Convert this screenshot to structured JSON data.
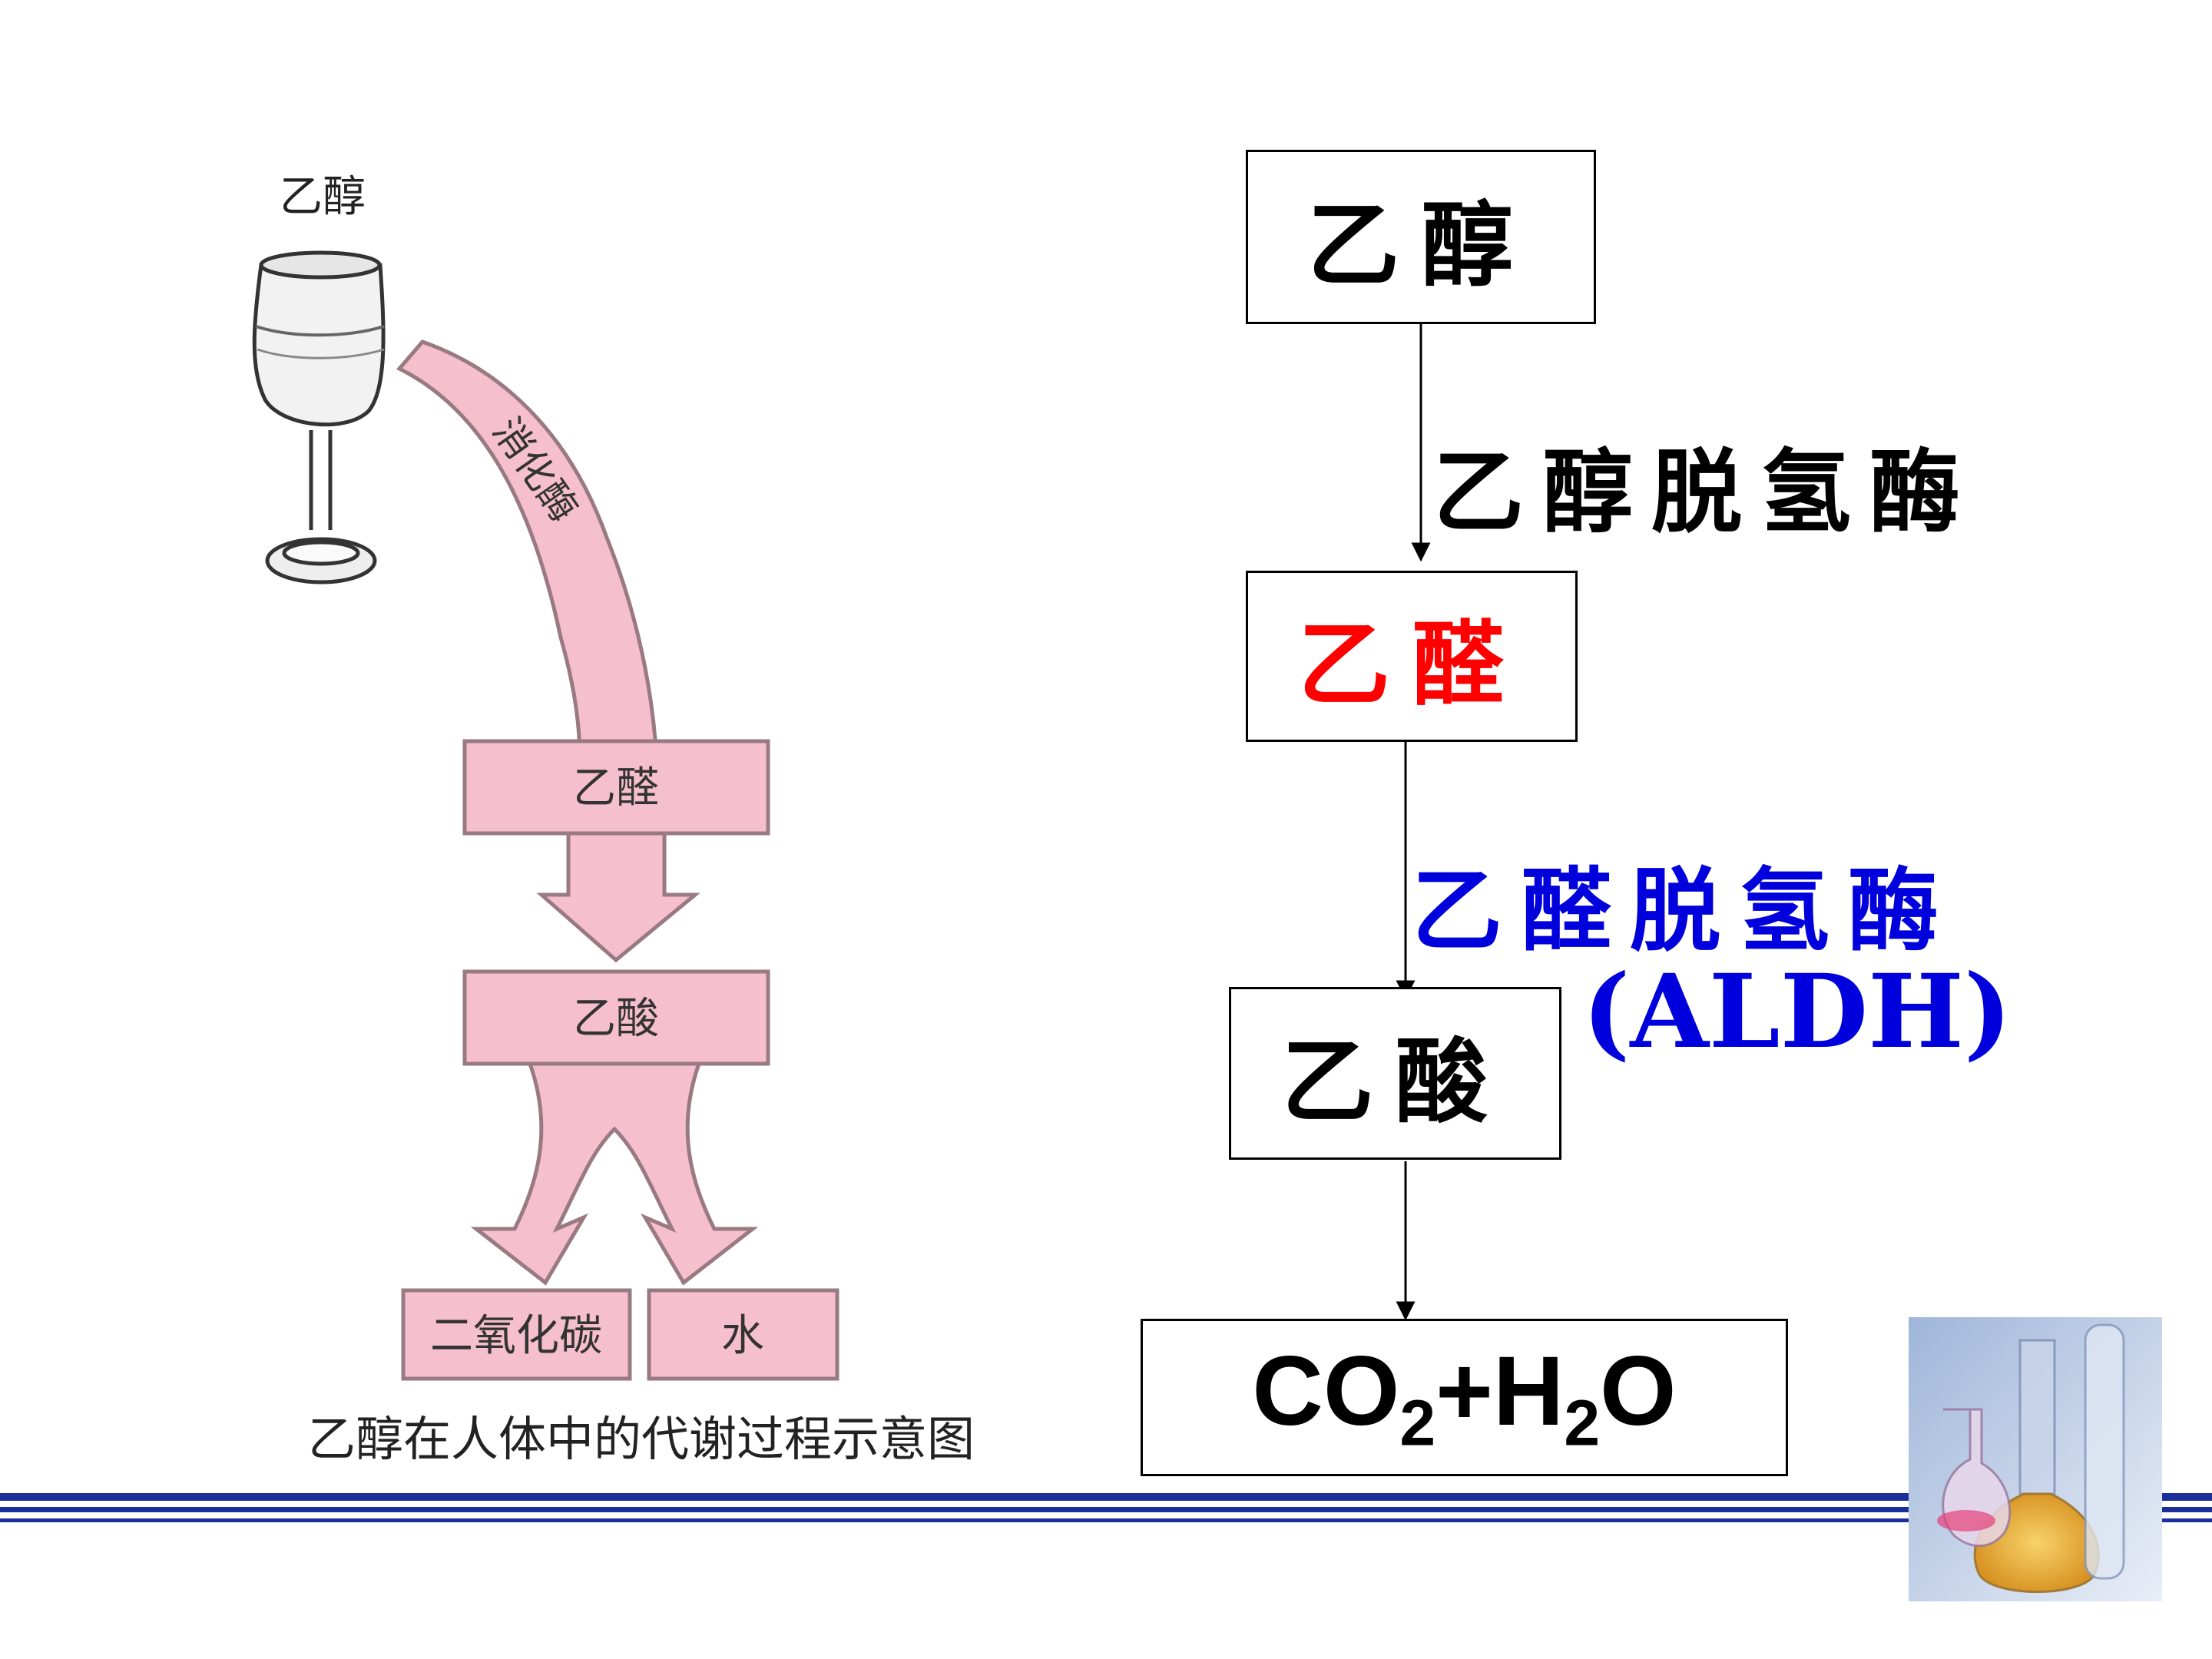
{
  "left_diagram": {
    "top_label": "乙醇",
    "arrow_label": "消化酶",
    "box1": "乙醛",
    "box2": "乙酸",
    "box3": "二氧化碳",
    "box4": "水",
    "caption": "乙醇在人体中的代谢过程示意图",
    "arrow_color": "#f6bfcd",
    "arrow_stroke": "#9a7a82"
  },
  "flow": {
    "ethanol": "乙醇",
    "enzyme1": "乙醇脱氢酶",
    "acetaldehyde": "乙醛",
    "enzyme2": "乙醛脱氢酶",
    "enzyme2_abbr": "(ALDH)",
    "acetic_acid": "乙酸",
    "product_co": "CO",
    "product_sub1": "2",
    "product_plus_h": "+H",
    "product_sub2": "2",
    "product_o": "O",
    "acetaldehyde_color": "#ff0000",
    "enzyme2_color": "#0000dd"
  },
  "decor": {
    "footer_color": "#1a2f99",
    "flask_icon": "chemistry-flask-icon"
  }
}
